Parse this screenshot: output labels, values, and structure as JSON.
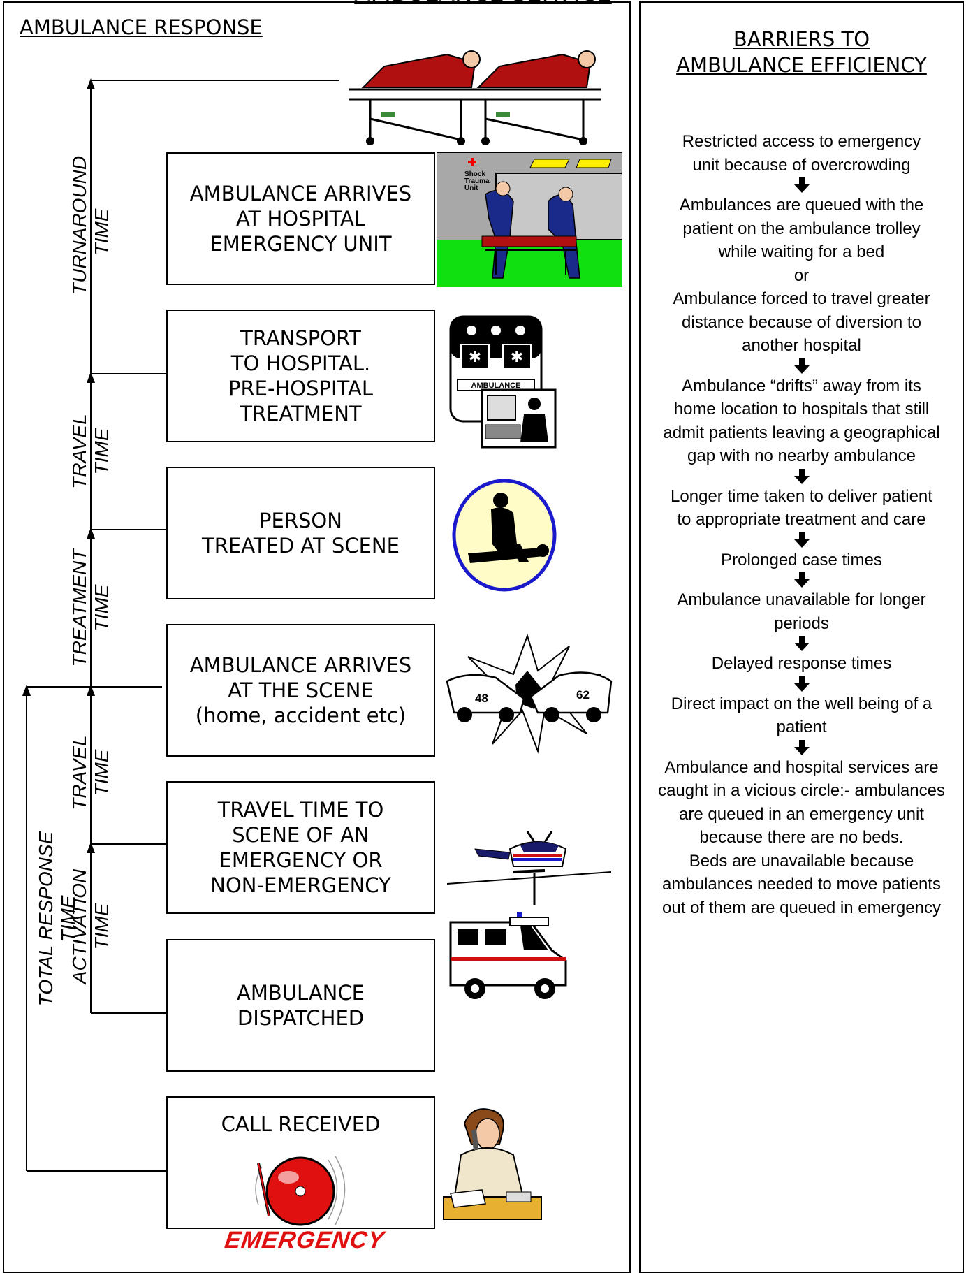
{
  "page_title": "AMBULANCE SERVICE",
  "left": {
    "heading": "AMBULANCE RESPONSE",
    "stages": [
      {
        "label": "AMBULANCE ARRIVES\nAT HOSPITAL\nEMERGENCY UNIT"
      },
      {
        "label": "TRANSPORT\nTO HOSPITAL.\nPRE-HOSPITAL\nTREATMENT"
      },
      {
        "label": "PERSON\nTREATED AT SCENE"
      },
      {
        "label": "AMBULANCE ARRIVES\nAT THE SCENE\n(home, accident etc)"
      },
      {
        "label": "TRAVEL TIME TO\nSCENE OF AN\nEMERGENCY OR\nNON-EMERGENCY"
      },
      {
        "label": "AMBULANCE\nDISPATCHED"
      },
      {
        "label": "CALL RECEIVED"
      }
    ],
    "interval_labels": {
      "turnaround": "TURNAROUND\nTIME",
      "travel_upper": "TRAVEL\nTIME",
      "treatment": "TREATMENT\nTIME",
      "travel_lower": "TRAVEL\nTIME",
      "activation": "ACTIVATION\nTIME",
      "total": "TOTAL RESPONSE TIME"
    },
    "emergency_text": "EMERGENCY",
    "hospital_sign": "Shock\nTrauma\nUnit",
    "ambulance_sign": "AMBULANCE",
    "car_numbers": [
      "48",
      "62"
    ]
  },
  "right": {
    "heading": "BARRIERS TO\nAMBULANCE EFFICIENCY",
    "items": [
      "Restricted access to emergency\nunit because of overcrowding",
      "Ambulances are queued with the\npatient on the ambulance trolley\nwhile waiting for a bed\nor\nAmbulance forced to travel greater\ndistance because of diversion to\nanother hospital",
      "Ambulance “drifts” away from its\nhome location to hospitals that still\nadmit patients leaving a geographical\ngap with no nearby ambulance",
      "Longer time taken to deliver patient\nto appropriate treatment and care",
      "Prolonged case times",
      "Ambulance unavailable for longer\nperiods",
      "Delayed response times",
      "Direct impact on the well being of a\npatient",
      "Ambulance and hospital services are\ncaught in a vicious circle:- ambulances\nare queued in an emergency unit\nbecause there are no beds.\nBeds are unavailable because\nambulances needed to move patients\nout of them are queued in emergency"
    ],
    "arrow_glyph": "🡫"
  }
}
